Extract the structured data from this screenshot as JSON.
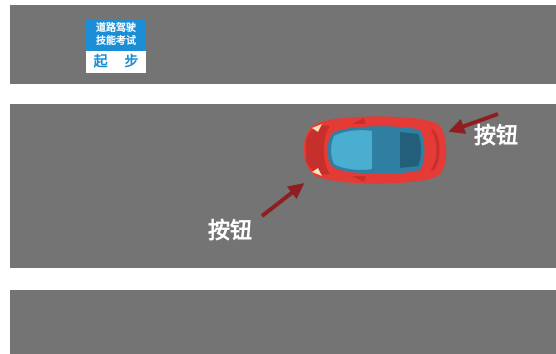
{
  "badge": {
    "line1": "道路驾驶",
    "line2": "技能考试",
    "action": "起 步"
  },
  "labels": {
    "right": "按钮",
    "left": "按钮"
  },
  "colors": {
    "road": "#747474",
    "badge_blue": "#1b8ed6",
    "car_red": "#e43b36",
    "glass": "#3d9fc0",
    "arrow": "#8e1e22"
  }
}
